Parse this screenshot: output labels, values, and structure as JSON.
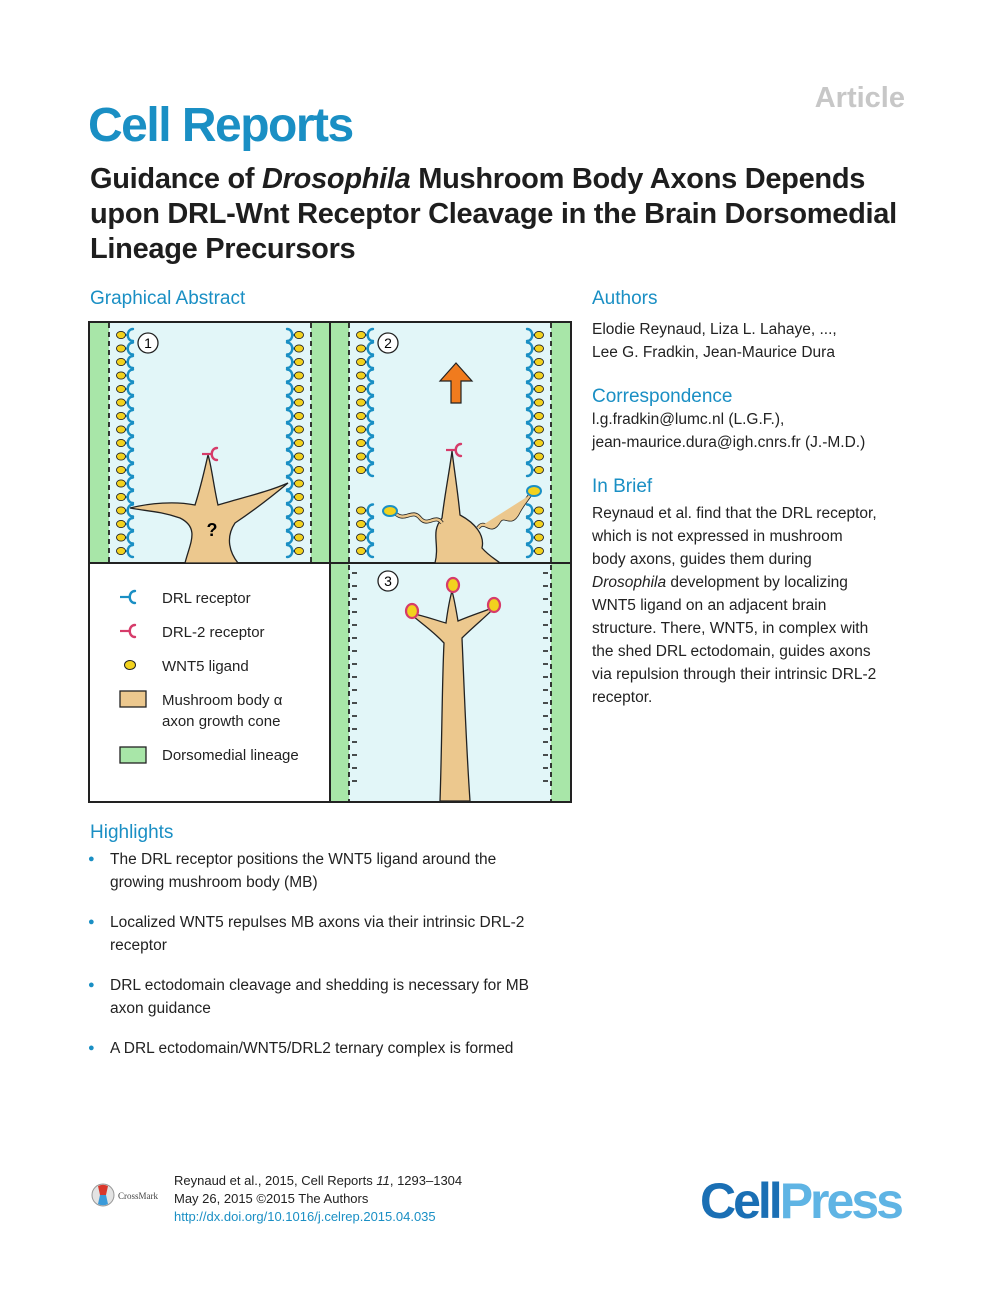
{
  "header": {
    "journal": "Cell Reports",
    "article_type": "Article"
  },
  "title": {
    "part1": "Guidance of ",
    "italic": "Drosophila",
    "part2": " Mushroom Body Axons Depends upon DRL-Wnt Receptor Cleavage in the Brain Dorsomedial Lineage Precursors"
  },
  "graphical_abstract": {
    "heading": "Graphical Abstract",
    "panels": [
      "1",
      "2",
      "3"
    ],
    "question_mark": "?",
    "legend": [
      {
        "label": "DRL receptor"
      },
      {
        "label": "DRL-2 receptor"
      },
      {
        "label": "WNT5 ligand"
      },
      {
        "label": "Mushroom body α",
        "label2": "axon growth cone"
      },
      {
        "label": "Dorsomedial lineage"
      }
    ],
    "colors": {
      "lineage_green": "#a8e6a8",
      "background_blue": "#e2f6f8",
      "axon": "#ecc88e",
      "drl": "#1a8fc4",
      "drl2": "#d63c6a",
      "wnt5": "#f2d21e",
      "arrow": "#f07b1e"
    }
  },
  "authors": {
    "heading": "Authors",
    "line1": "Elodie Reynaud, Liza L. Lahaye, ...,",
    "line2": "Lee G. Fradkin, Jean-Maurice Dura"
  },
  "correspondence": {
    "heading": "Correspondence",
    "line1": "l.g.fradkin@lumc.nl (L.G.F.),",
    "line2": "jean-maurice.dura@igh.cnrs.fr (J.-M.D.)"
  },
  "in_brief": {
    "heading": "In Brief",
    "lines": [
      "Reynaud et al. find that the DRL receptor,",
      "which is not expressed in mushroom",
      "body axons, guides them during",
      "development by localizing",
      "WNT5 ligand on an adjacent brain",
      "structure. There, WNT5, in complex with",
      "the shed DRL ectodomain, guides axons",
      "via repulsion through their intrinsic DRL-2",
      "receptor."
    ],
    "italic_word": "Drosophila"
  },
  "highlights": {
    "heading": "Highlights",
    "items": [
      {
        "line1": "The DRL receptor positions the WNT5 ligand around the",
        "line2": "growing mushroom body (MB)"
      },
      {
        "line1": "Localized WNT5 repulses MB axons via their intrinsic DRL-2",
        "line2": "receptor"
      },
      {
        "line1": "DRL ectodomain cleavage and shedding is necessary for MB",
        "line2": "axon guidance"
      },
      {
        "line1": "A DRL ectodomain/WNT5/DRL2 ternary complex is formed",
        "line2": ""
      }
    ]
  },
  "citation": {
    "authors_year": "Reynaud et al., 2015, Cell Reports ",
    "volume": "11",
    "pages": ", 1293–1304",
    "date_line": "May 26, 2015 ©2015 The Authors",
    "doi": "http://dx.doi.org/10.1016/j.celrep.2015.04.035"
  },
  "footer": {
    "crossmark": "CrossMark",
    "cellpress_cell": "Cell",
    "cellpress_press": "Press"
  }
}
